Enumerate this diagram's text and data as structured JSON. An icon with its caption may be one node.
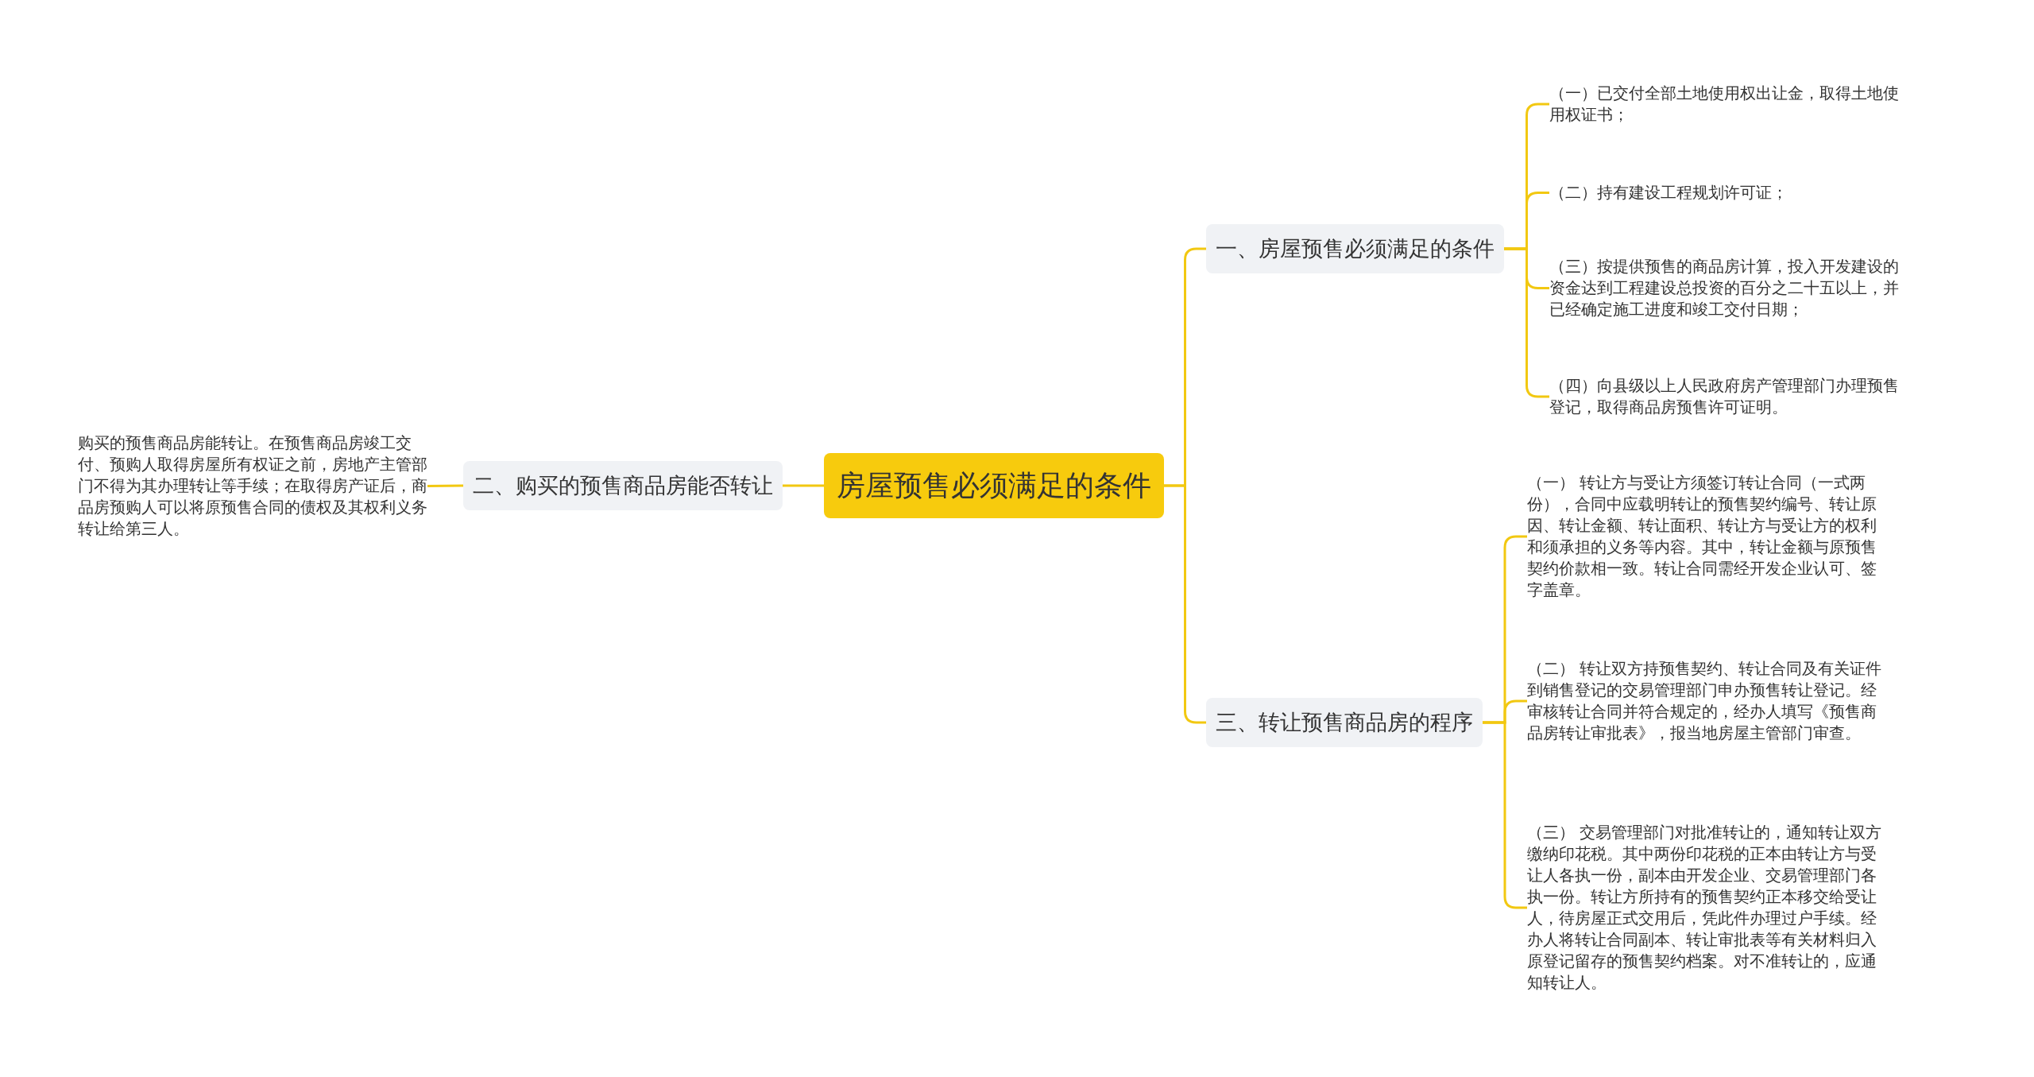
{
  "diagram": {
    "nodes": [
      {
        "text": [
          "房屋预售必须满足的条件"
        ]
      },
      {
        "text": [
          "一、房屋预售必须满足的条件"
        ]
      },
      {
        "text": [
          "（一）已交付全部土地使用权出让金，取得土地使用权证书；"
        ]
      },
      {
        "text": [
          "（二）持有建设工程规划许可证；"
        ]
      },
      {
        "text": [
          "（三）按提供预售的商品房计算，投入开发建设的资金达到工程建设总投资的百分之二十五以上，并已经确定施工进度和竣工交付日期；"
        ]
      },
      {
        "text": [
          "（四）向县级以上人民政府房产管理部门办理预售登记，取得商品房预售许可证明。"
        ]
      },
      {
        "text": [
          "二、购买的预售商品房能否转让"
        ]
      },
      {
        "text": [
          "购买的预售商品房能转让。在预售商品房竣工交付、预购人取得房屋所有权证之前，房地产主管部门不得为其办理转让等手续；在取得房产证后，商品房预购人可以将原预售合同的债权及其权利义务转让给第三人。"
        ]
      },
      {
        "text": [
          "三、转让预售商品房的程序"
        ]
      },
      {
        "text": [
          "（一） 转让方与受让方须签订转让合同（一式两份），合同中应载明转让的预售契约编号、转让原因、转让金额、转让面积、转让方与受让方的权利和须承担的义务等内容。其中，转让金额与原预售契约价款相一致。转让合同需经开发企业认可、签字盖章。"
        ]
      },
      {
        "text": [
          "（二） 转让双方持预售契约、转让合同及有关证件到销售登记的交易管理部门申办预售转让登记。经审核转让合同并符合规定的，经办人填写《预售商品房转让审批表》，报当地房屋主管部门审查。"
        ]
      },
      {
        "text": [
          "（三） 交易管理部门对批准转让的，通知转让双方缴纳印花税。其中两份印花税的正本由转让方与受让人各执一份，副本由开发企业、交易管理部门各执一份。转让方所持有的预售契约正本移交给受让人，待房屋正式交用后，凭此件办理过户手续。经办人将转让合同副本、转让审批表等有关材料归入原登记留存的预售契约档案。对不准转让的，应通知转让人。"
        ]
      }
    ],
    "edges": [
      {
        "from": 0,
        "to": 1,
        "arrow": "none"
      },
      {
        "from": 1,
        "to": 2,
        "arrow": "none"
      },
      {
        "from": 1,
        "to": 3,
        "arrow": "none"
      },
      {
        "from": 1,
        "to": 4,
        "arrow": "none"
      },
      {
        "from": 1,
        "to": 5,
        "arrow": "none"
      },
      {
        "from": 0,
        "to": 6,
        "arrow": "none"
      },
      {
        "from": 6,
        "to": 7,
        "arrow": "none"
      },
      {
        "from": 0,
        "to": 8,
        "arrow": "none"
      },
      {
        "from": 8,
        "to": 9,
        "arrow": "none"
      },
      {
        "from": 8,
        "to": 10,
        "arrow": "none"
      },
      {
        "from": 8,
        "to": 11,
        "arrow": "none"
      }
    ]
  }
}
